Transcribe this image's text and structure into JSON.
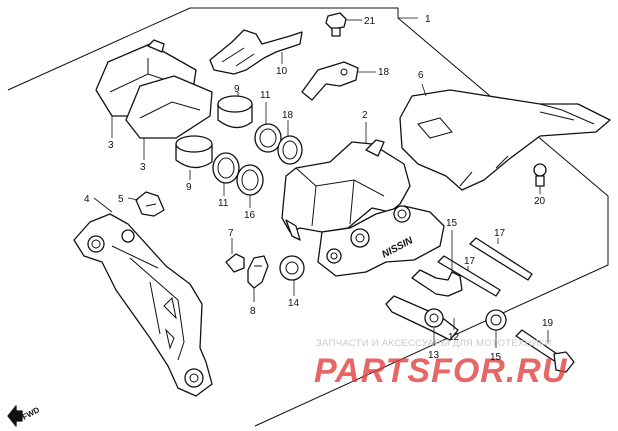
{
  "diagram": {
    "fwd_label": "FWD",
    "caliper_brand": "NISSIN",
    "watermark": {
      "top_text": "ЗАПЧАСТИ И АКСЕССУАРЫ ДЛЯ МОТОТЕХНИКИ",
      "site_text": "PARTSFOR.RU"
    },
    "callouts": [
      {
        "id": "c1",
        "text": "1"
      },
      {
        "id": "c21",
        "text": "21"
      },
      {
        "id": "c10",
        "text": "10"
      },
      {
        "id": "c18a",
        "text": "18"
      },
      {
        "id": "c6",
        "text": "6"
      },
      {
        "id": "c3a",
        "text": "3"
      },
      {
        "id": "c3b",
        "text": "3"
      },
      {
        "id": "c9a",
        "text": "9"
      },
      {
        "id": "c9b",
        "text": "9"
      },
      {
        "id": "c11a",
        "text": "11"
      },
      {
        "id": "c11b",
        "text": "11"
      },
      {
        "id": "c18b",
        "text": "18"
      },
      {
        "id": "c2",
        "text": "2"
      },
      {
        "id": "c16",
        "text": "16"
      },
      {
        "id": "c4",
        "text": "4"
      },
      {
        "id": "c5",
        "text": "5"
      },
      {
        "id": "c7",
        "text": "7"
      },
      {
        "id": "c8",
        "text": "8"
      },
      {
        "id": "c14",
        "text": "14"
      },
      {
        "id": "c15a",
        "text": "15"
      },
      {
        "id": "c17a",
        "text": "17"
      },
      {
        "id": "c17b",
        "text": "17"
      },
      {
        "id": "c20",
        "text": "20"
      },
      {
        "id": "c12",
        "text": "12"
      },
      {
        "id": "c13",
        "text": "13"
      },
      {
        "id": "c15b",
        "text": "15"
      },
      {
        "id": "c19",
        "text": "19"
      }
    ]
  }
}
